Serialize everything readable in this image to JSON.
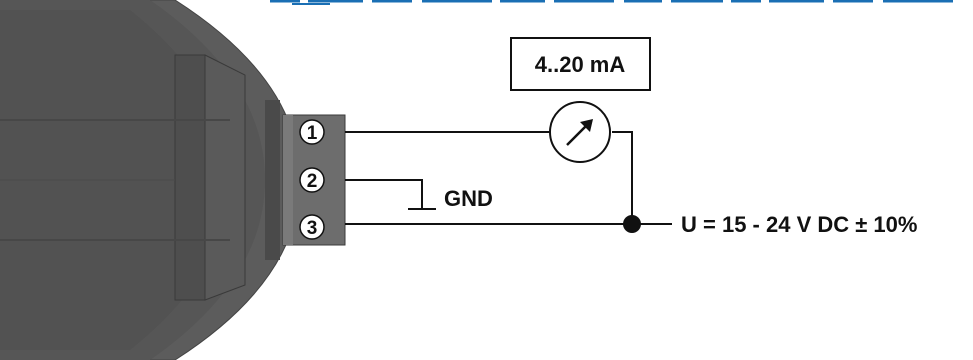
{
  "colors": {
    "housing": "#5c5c5c",
    "housing_shadow": "#4a4a4a",
    "terminal_block": "#6d6d6d",
    "wire": "#111111",
    "top_link": "#1a6fb4"
  },
  "icons": [
    "ammeter-icon",
    "ground-icon"
  ],
  "diagram": {
    "terminals": [
      {
        "number": "1"
      },
      {
        "number": "2"
      },
      {
        "number": "3"
      }
    ],
    "meter_label": "4..20 mA",
    "ground_label": "GND",
    "supply_label": "U = 15 - 24 V DC ± 10%"
  }
}
